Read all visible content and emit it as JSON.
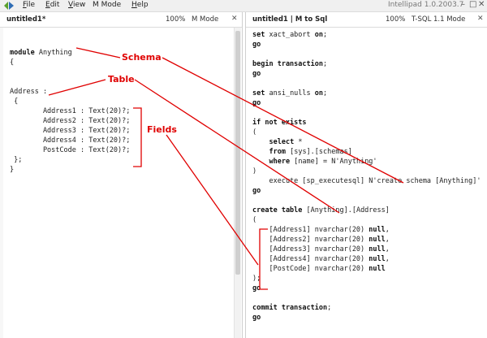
{
  "menubar": {
    "items": [
      {
        "label": "File",
        "mnemonic": "F",
        "rest": "ile"
      },
      {
        "label": "Edit",
        "mnemonic": "E",
        "rest": "dit"
      },
      {
        "label": "View",
        "mnemonic": "V",
        "rest": "iew"
      },
      {
        "label": "M Mode",
        "mnemonic": "",
        "rest": "M Mode"
      },
      {
        "label": "Help",
        "mnemonic": "H",
        "rest": "elp"
      }
    ],
    "app_title": "Intellipad 1.0.2003.7",
    "minimize": "–",
    "maximize": "□",
    "close": "✕"
  },
  "left_pane": {
    "title": "untitled1*",
    "zoom": "100%",
    "mode": "M Mode",
    "close": "✕",
    "lines": [
      "",
      "module Anything",
      "{",
      "",
      "",
      "Address :",
      " {",
      "        Address1 : Text(20)?;",
      "        Address2 : Text(20)?;",
      "        Address3 : Text(20)?;",
      "        Address4 : Text(20)?;",
      "        PostCode : Text(20)?;",
      " };",
      "}"
    ]
  },
  "right_pane": {
    "title": "untitled1 | M to Sql",
    "zoom": "100%",
    "mode": "T-SQL 1.1 Mode",
    "close": "✕",
    "lines": [
      "set xact_abort on;",
      "go",
      "",
      "begin transaction;",
      "go",
      "",
      "set ansi_nulls on;",
      "go",
      "",
      "if not exists",
      "(",
      "    select *",
      "    from [sys].[schemas]",
      "    where [name] = N'Anything'",
      ")",
      "    execute [sp_executesql] N'create schema [Anything]'",
      "go",
      "",
      "create table [Anything].[Address]",
      "(",
      "    [Address1] nvarchar(20) null,",
      "    [Address2] nvarchar(20) null,",
      "    [Address3] nvarchar(20) null,",
      "    [Address4] nvarchar(20) null,",
      "    [PostCode] nvarchar(20) null",
      ");",
      "go",
      "",
      "commit transaction;",
      "go"
    ]
  },
  "annotations": {
    "schema": "Schema",
    "table": "Table",
    "fields": "Fields"
  },
  "colors": {
    "annotation": "#e00000",
    "logo_green": "#5aa02c",
    "logo_blue": "#2f6db5"
  }
}
